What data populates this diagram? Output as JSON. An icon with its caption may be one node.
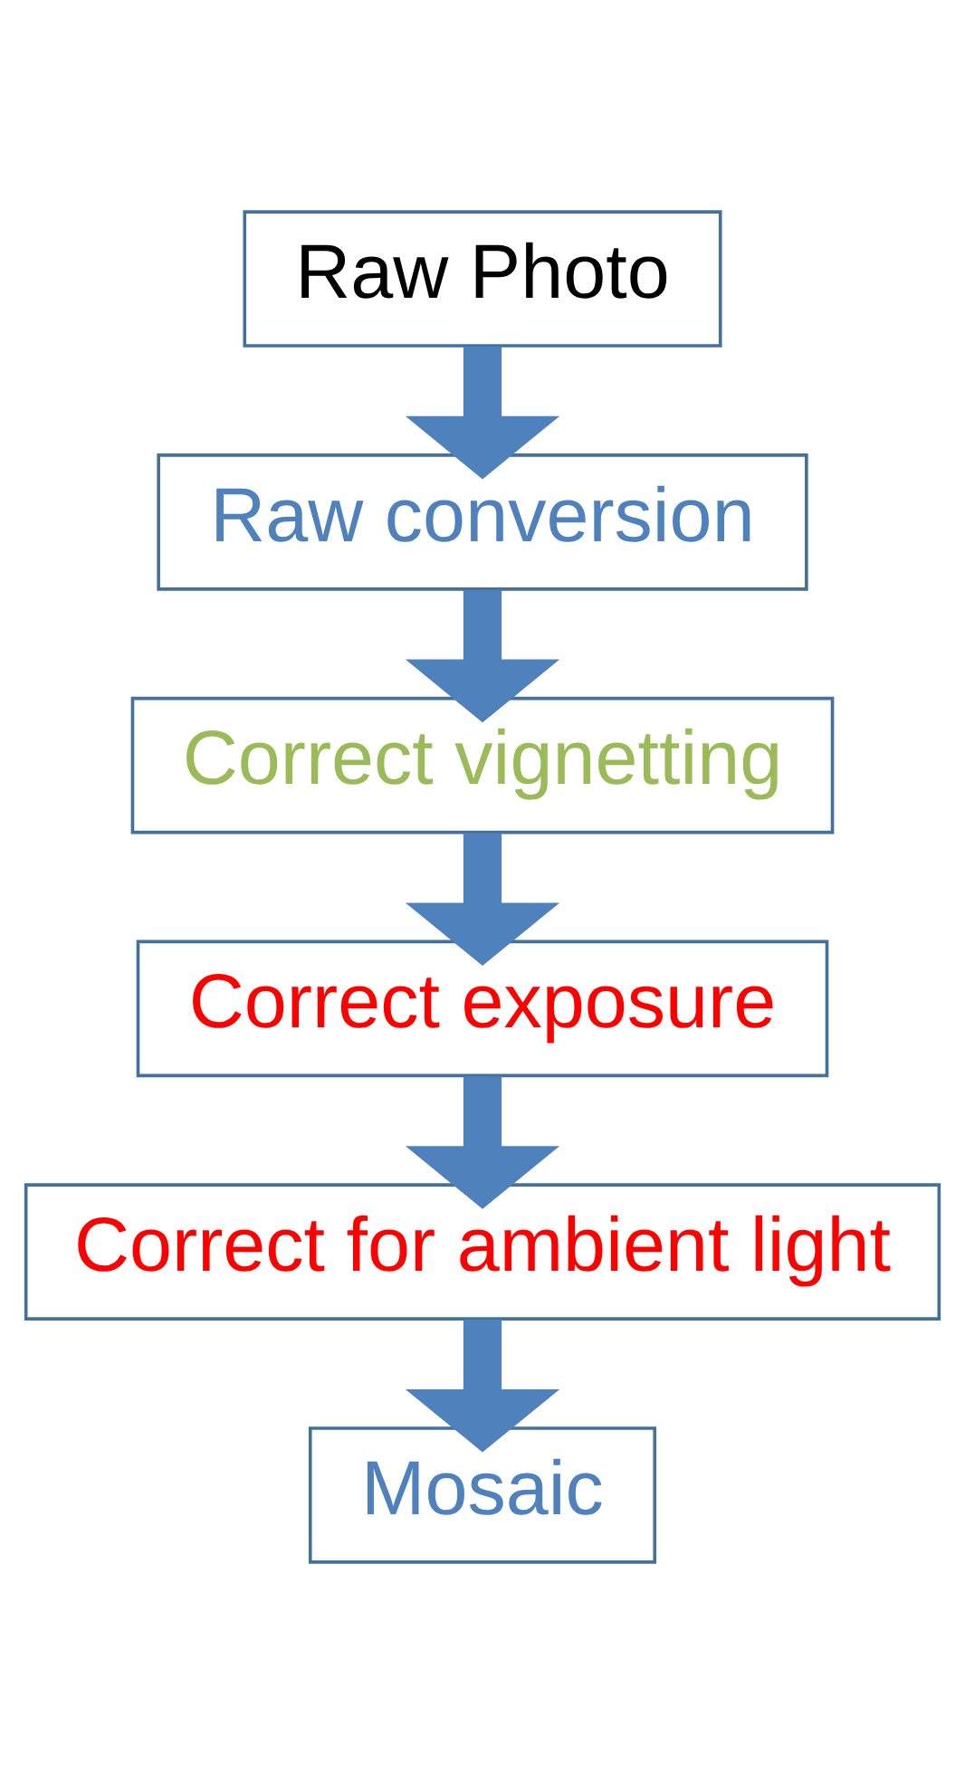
{
  "diagram": {
    "nodes": [
      {
        "text": [
          "Raw Photo"
        ]
      },
      {
        "text": [
          "Raw conversion"
        ]
      },
      {
        "text": [
          "Correct vignetting"
        ]
      },
      {
        "text": [
          "Correct exposure"
        ]
      },
      {
        "text": [
          "Correct for ambient light"
        ]
      },
      {
        "text": [
          "Mosaic"
        ]
      }
    ],
    "edges": [
      {
        "from": 0,
        "to": 1,
        "arrow": "to"
      },
      {
        "from": 1,
        "to": 2,
        "arrow": "to"
      },
      {
        "from": 2,
        "to": 3,
        "arrow": "to"
      },
      {
        "from": 3,
        "to": 4,
        "arrow": "to"
      },
      {
        "from": 4,
        "to": 5,
        "arrow": "to"
      }
    ]
  }
}
